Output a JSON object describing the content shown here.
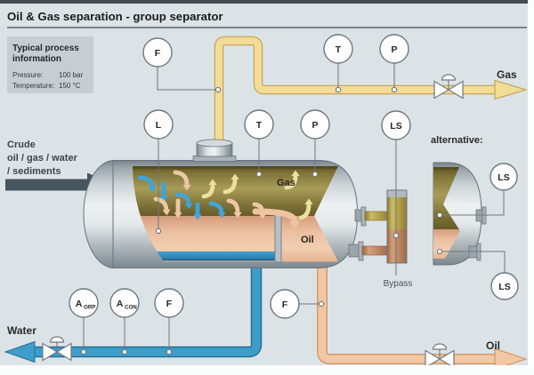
{
  "title": "Oil & Gas separation - group separator",
  "info_box": {
    "heading_line1": "Typical process",
    "heading_line2": "information",
    "rows": [
      {
        "label": "Pressure:",
        "value": "100 bar"
      },
      {
        "label": "Temperature:",
        "value": "150 °C"
      }
    ]
  },
  "inlet": {
    "line1": "Crude",
    "line2": "oil / gas / water",
    "line3": "/ sediments"
  },
  "streams": {
    "gas": "Gas",
    "oil": "Oil",
    "water": "Water"
  },
  "vessel": {
    "gas_label": "Gas",
    "oil_label": "Oil"
  },
  "annotations": {
    "alternative": "alternative:",
    "bypass": "Bypass"
  },
  "instruments": {
    "flow": "F",
    "temperature": "T",
    "pressure": "P",
    "level": "L",
    "level_switch": "LS",
    "analyzer": "A",
    "sub_orp": "ORP",
    "sub_con": "CON"
  },
  "colors": {
    "gas_pipe": "#f3dc95",
    "oil_pipe": "#f2c8a4",
    "water_pipe": "#3f9dca",
    "inlet_arrow": "#47565e"
  }
}
